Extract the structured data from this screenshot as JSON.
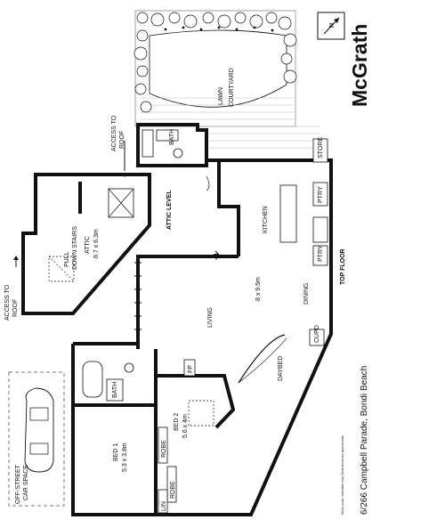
{
  "brand": {
    "name": "McGrath"
  },
  "address": "6/266 Campbell Parade, Bondi Beach",
  "disclaimer": "Not to scale. Indicative only. Dimensions are approximate.",
  "compass": {
    "letter": "N"
  },
  "levels": {
    "attic": "ATTIC LEVEL",
    "top": "TOP FLOOR"
  },
  "access": {
    "roof_top": [
      "ACCESS TO",
      "ROOF"
    ],
    "roof_left": [
      "ACCESS TO",
      "ROOF"
    ]
  },
  "attic": {
    "name": "ATTIC",
    "size": "6.7 x 6.3m",
    "note": [
      "PULL",
      "DOWN STAIRS"
    ]
  },
  "courtyard": {
    "lines": [
      "LAWN",
      "COURTYARD"
    ]
  },
  "rooms": {
    "kitchen": "KITCHEN",
    "living": "LIVING",
    "living_size": "8 x 9.5m",
    "dining": "DINING",
    "daybed": "DAYBED",
    "bed1": "BED 1",
    "bed1_size": "5.3 x 3.8m",
    "bed2": "BED 2",
    "bed2_size": "5.6 x 4m",
    "bath": "BATH"
  },
  "fixtures": {
    "store": "STORE",
    "pantry": "PTRY",
    "cupd": "CUPD",
    "fp": "FP",
    "robe": "ROBE",
    "lin": "LIN"
  },
  "car": {
    "lines": [
      "OFF-STREET",
      "CAR SPACE"
    ]
  }
}
